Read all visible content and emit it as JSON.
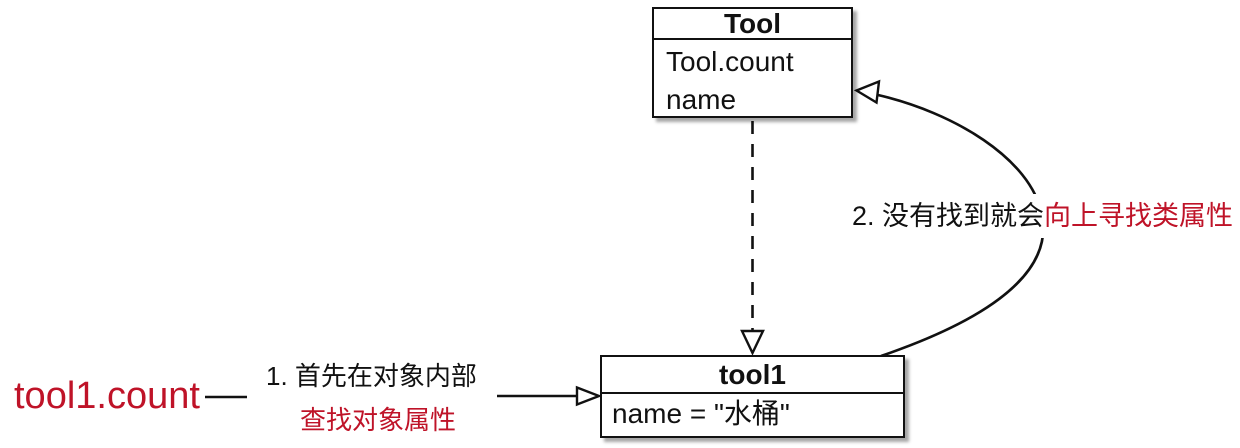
{
  "colors": {
    "ink": "#111111",
    "red": "#bf1328",
    "bg": "#ffffff"
  },
  "class_box": {
    "title": "Tool",
    "attributes": [
      "Tool.count",
      "name"
    ]
  },
  "instance_box": {
    "title": "tool1",
    "attributes": [
      "name = \"水桶\""
    ]
  },
  "expression": "tool1.count",
  "step1": {
    "line1": "1. 首先在对象内部",
    "line2": "查找对象属性"
  },
  "step2": {
    "prefix": "2. 没有找到就会",
    "highlight": "向上寻找类属性"
  }
}
